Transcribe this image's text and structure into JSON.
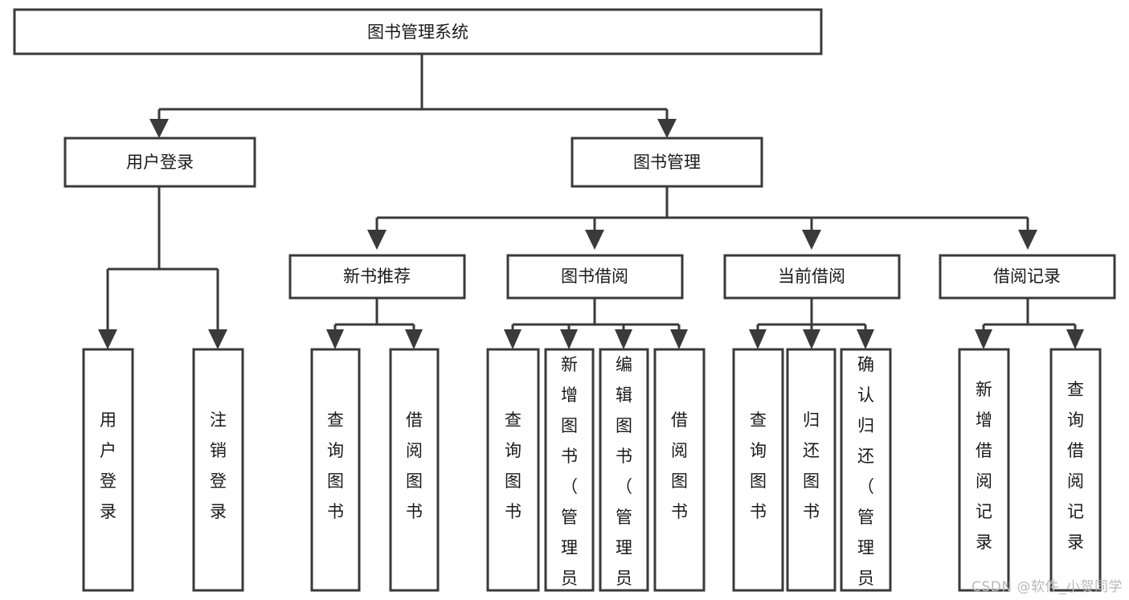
{
  "diagram": {
    "title": "图书管理系统",
    "type": "tree",
    "watermark": "CSDN @软件_小贺同学",
    "colors": {
      "stroke": "#3a3a3a",
      "fill": "#ffffff",
      "text": "#1a1a1a",
      "watermark": "#b9b9b9",
      "background": "#ffffff"
    },
    "nodes": {
      "root": {
        "label": "图书管理系统",
        "level": 0,
        "orientation": "horizontal"
      },
      "l1": [
        {
          "id": "user-login",
          "label": "用户登录",
          "level": 1,
          "orientation": "horizontal"
        },
        {
          "id": "book-manage",
          "label": "图书管理",
          "level": 1,
          "orientation": "horizontal"
        }
      ],
      "l2": [
        {
          "id": "new-book-recommend",
          "label": "新书推荐",
          "level": 2,
          "orientation": "horizontal",
          "parent": "book-manage"
        },
        {
          "id": "book-borrow",
          "label": "图书借阅",
          "level": 2,
          "orientation": "horizontal",
          "parent": "book-manage"
        },
        {
          "id": "current-borrow",
          "label": "当前借阅",
          "level": 2,
          "orientation": "horizontal",
          "parent": "book-manage"
        },
        {
          "id": "borrow-record",
          "label": "借阅记录",
          "level": 2,
          "orientation": "horizontal",
          "parent": "book-manage"
        }
      ],
      "leaves": [
        {
          "id": "leaf-user-login",
          "label": "用户登录",
          "chars": [
            "用",
            "户",
            "登",
            "录"
          ],
          "parent": "user-login"
        },
        {
          "id": "leaf-logout",
          "label": "注销登录",
          "chars": [
            "注",
            "销",
            "登",
            "录"
          ],
          "parent": "user-login"
        },
        {
          "id": "leaf-query-book-1",
          "label": "查询图书",
          "chars": [
            "查",
            "询",
            "图",
            "书"
          ],
          "parent": "new-book-recommend"
        },
        {
          "id": "leaf-borrow-book-1",
          "label": "借阅图书",
          "chars": [
            "借",
            "阅",
            "图",
            "书"
          ],
          "parent": "new-book-recommend"
        },
        {
          "id": "leaf-query-book-2",
          "label": "查询图书",
          "chars": [
            "查",
            "询",
            "图",
            "书"
          ],
          "parent": "book-borrow"
        },
        {
          "id": "leaf-add-book",
          "label": "新增图书（管理员）",
          "chars": [
            "新",
            "增",
            "图",
            "书",
            "（",
            "管",
            "理",
            "员",
            "）"
          ],
          "parent": "book-borrow"
        },
        {
          "id": "leaf-edit-book",
          "label": "编辑图书（管理员）",
          "chars": [
            "编",
            "辑",
            "图",
            "书",
            "（",
            "管",
            "理",
            "员",
            "）"
          ],
          "parent": "book-borrow"
        },
        {
          "id": "leaf-borrow-book-2",
          "label": "借阅图书",
          "chars": [
            "借",
            "阅",
            "图",
            "书"
          ],
          "parent": "book-borrow"
        },
        {
          "id": "leaf-query-book-3",
          "label": "查询图书",
          "chars": [
            "查",
            "询",
            "图",
            "书"
          ],
          "parent": "current-borrow"
        },
        {
          "id": "leaf-return-book",
          "label": "归还图书",
          "chars": [
            "归",
            "还",
            "图",
            "书"
          ],
          "parent": "current-borrow"
        },
        {
          "id": "leaf-confirm-return",
          "label": "确认归还（管理员）",
          "chars": [
            "确",
            "认",
            "归",
            "还",
            "（",
            "管",
            "理",
            "员",
            "）"
          ],
          "parent": "current-borrow"
        },
        {
          "id": "leaf-add-record",
          "label": "新增借阅记录",
          "chars": [
            "新",
            "增",
            "借",
            "阅",
            "记",
            "录"
          ],
          "parent": "borrow-record"
        },
        {
          "id": "leaf-query-record",
          "label": "查询借阅记录",
          "chars": [
            "查",
            "询",
            "借",
            "阅",
            "记",
            "录"
          ],
          "parent": "borrow-record"
        }
      ]
    }
  }
}
